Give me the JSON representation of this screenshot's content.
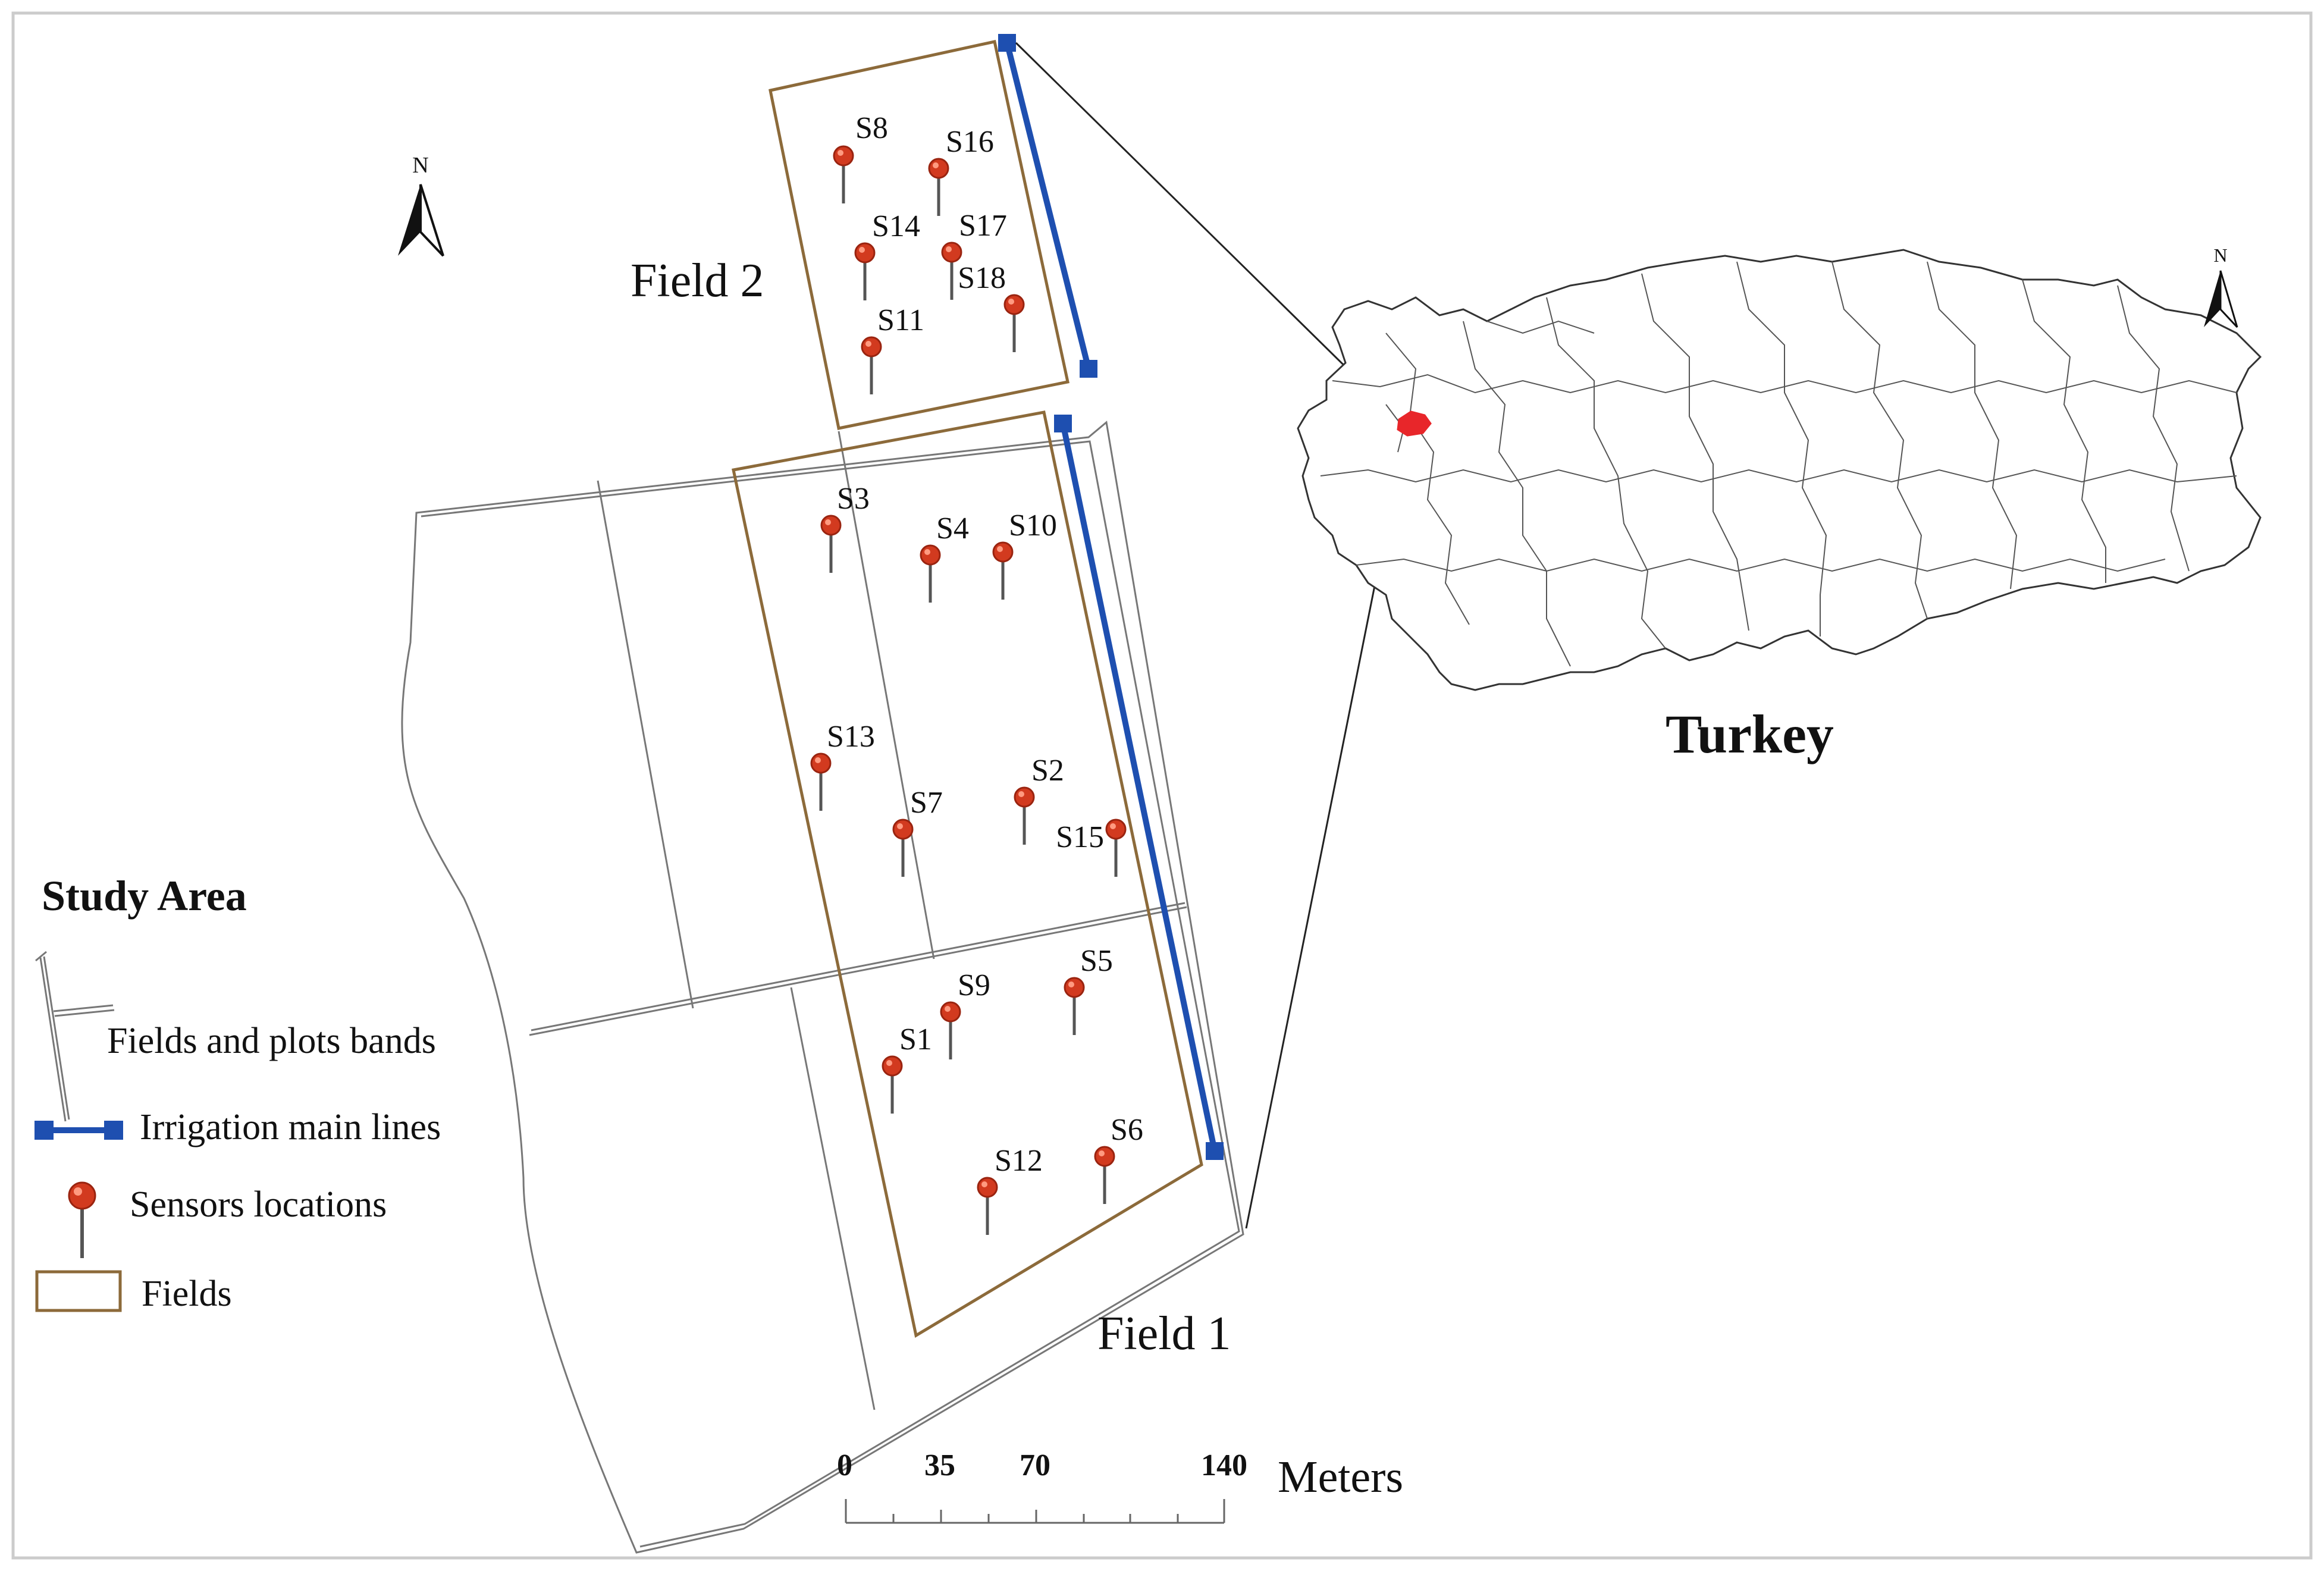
{
  "colors": {
    "field_outline": "#8c6a3a",
    "irrigation_line": "#1e4fb0",
    "sensor_head": "#d23a1f",
    "sensor_stem": "#555555",
    "plot_bands": "#777777",
    "frame": "#cccccc",
    "location_marker": "#e8262a"
  },
  "icons": {
    "north_arrow": "north-arrow-icon",
    "sensor": "map-pin-icon"
  },
  "north_label": "N",
  "fields": {
    "field2": "Field 2",
    "field1": "Field 1"
  },
  "sensors": [
    "S8",
    "S16",
    "S14",
    "S17",
    "S18",
    "S11",
    "S3",
    "S4",
    "S10",
    "S13",
    "S2",
    "S7",
    "S15",
    "S9",
    "S5",
    "S1",
    "S12",
    "S6"
  ],
  "inset": {
    "country": "Turkey"
  },
  "legend": {
    "title": "Study Area",
    "items": [
      {
        "icon": "plot-bands-icon",
        "label": "Fields and plots bands"
      },
      {
        "icon": "irrigation-line-icon",
        "label": "Irrigation main lines"
      },
      {
        "icon": "map-pin-icon",
        "label": "Sensors locations"
      },
      {
        "icon": "field-box-icon",
        "label": "Fields"
      }
    ]
  },
  "scale_bar": {
    "ticks": [
      "0",
      "35",
      "70",
      "140"
    ],
    "unit": "Meters"
  }
}
